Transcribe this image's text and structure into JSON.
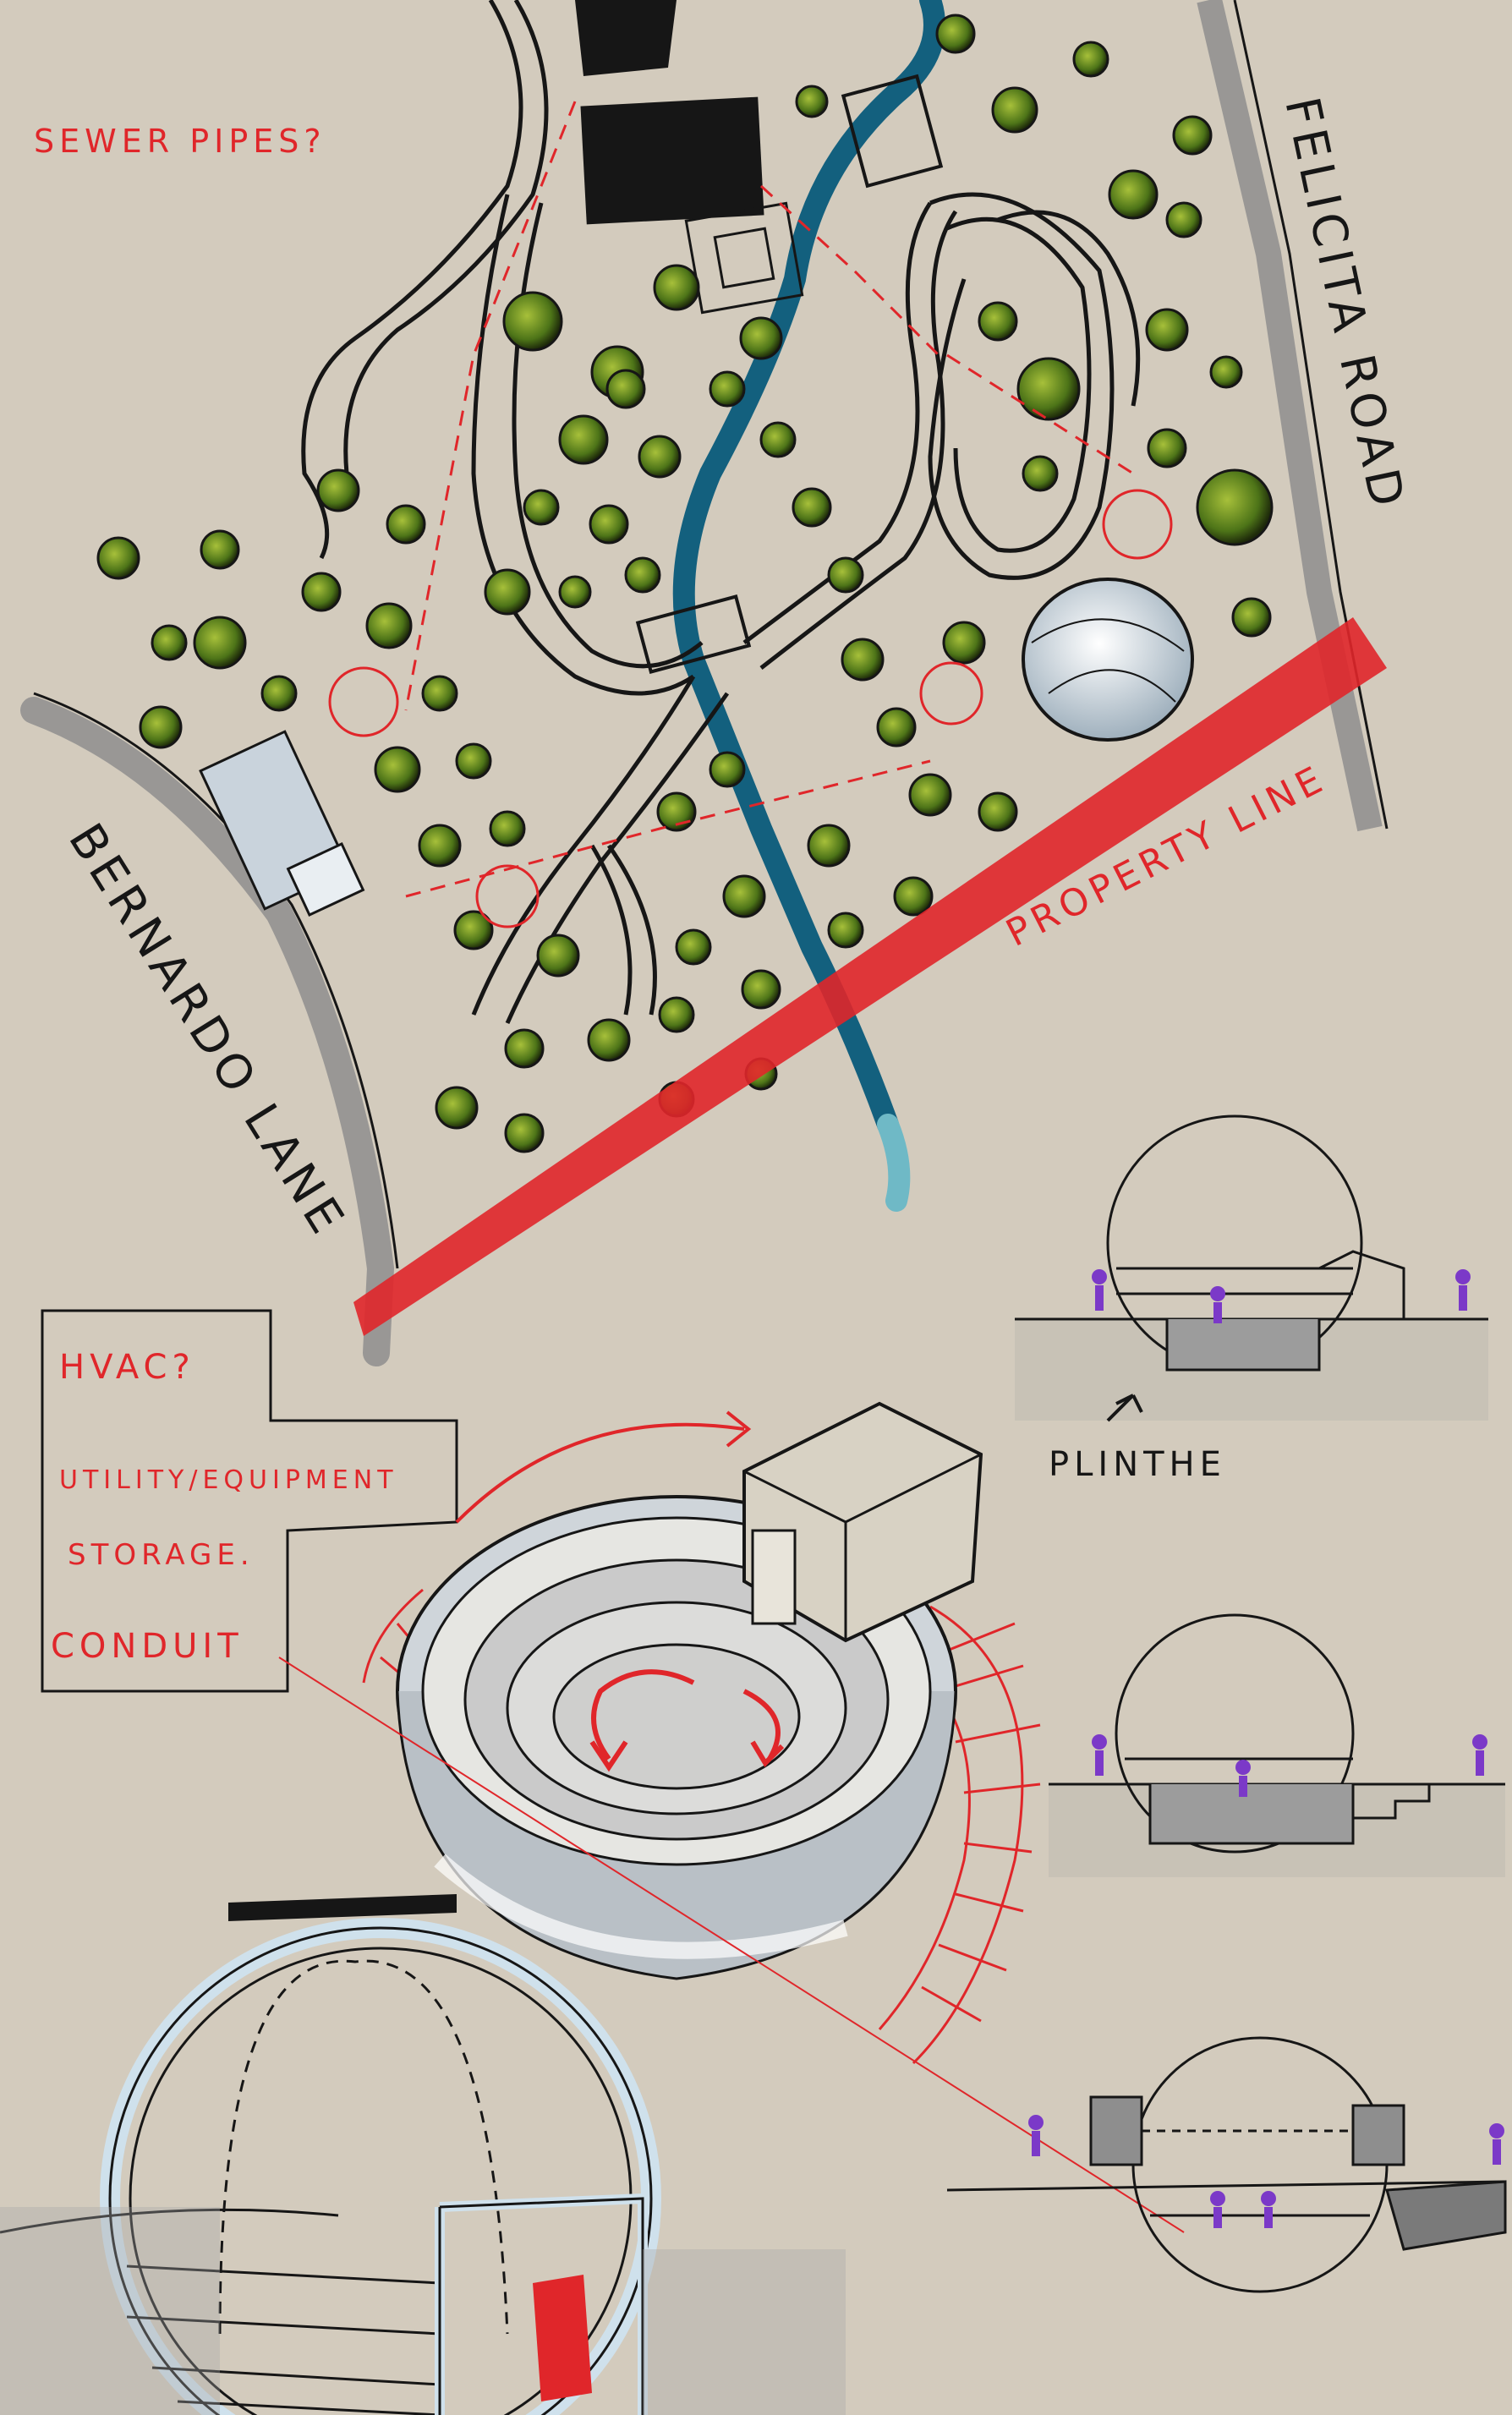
{
  "page": {
    "paper_color": "#d3cbbd",
    "colors": {
      "ink": "#161616",
      "red": "#e0262a",
      "river": "#13607e",
      "tree_green": "#5f8a1c",
      "marker_grey": "#8e8e8e",
      "purple": "#7b39c8"
    }
  },
  "site_plan": {
    "notes": {
      "sewer": "SEWER PIPES?",
      "road_right": "FELICITA ROAD",
      "road_left": "BERNARDO LANE",
      "property_line": "PROPERTY LINE"
    }
  },
  "program_box": {
    "hvac": "HVAC?",
    "utility": "UTILITY/EQUIPMENT",
    "storage": "STORAGE.",
    "conduit": "CONDUIT"
  },
  "sections": {
    "plinth_note": "PLINTHE"
  }
}
